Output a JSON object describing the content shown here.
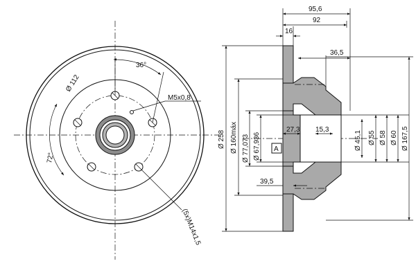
{
  "front_view": {
    "angle_top": "36°",
    "pcd": "Ø 112",
    "thread_small": "M5x0,8",
    "angle_left": "72°",
    "thread_bolts": "(5x)M14x1,5"
  },
  "section_view": {
    "width_total": "95,6",
    "width_92": "92",
    "thickness": "16",
    "hub_36_5": "36,5",
    "d_258": "Ø 258",
    "d_160": "Ø 160máx",
    "d_77": "Ø 77,073",
    "d_67": "Ø 67,936",
    "len_27_3": "27,3",
    "len_15_3": "15,3",
    "len_39_5": "39,5",
    "d_45": "Ø 45,1",
    "d_55": "Ø 55",
    "d_58": "Ø 58",
    "d_60": "Ø 60",
    "d_167": "Ø 167,5",
    "datum": "A"
  }
}
